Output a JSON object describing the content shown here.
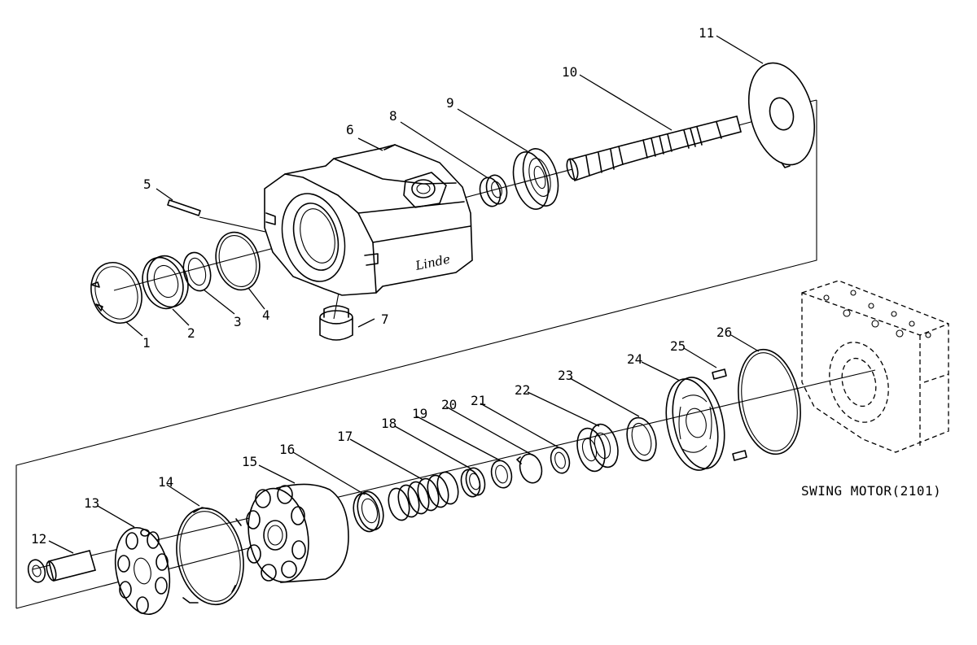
{
  "title": "SWING MOTOR(2101)",
  "callouts": [
    "1",
    "2",
    "3",
    "4",
    "5",
    "6",
    "7",
    "8",
    "9",
    "10",
    "11",
    "12",
    "13",
    "14",
    "15",
    "16",
    "17",
    "18",
    "19",
    "20",
    "21",
    "22",
    "23",
    "24",
    "25",
    "26"
  ],
  "housing_logo": "Linde"
}
